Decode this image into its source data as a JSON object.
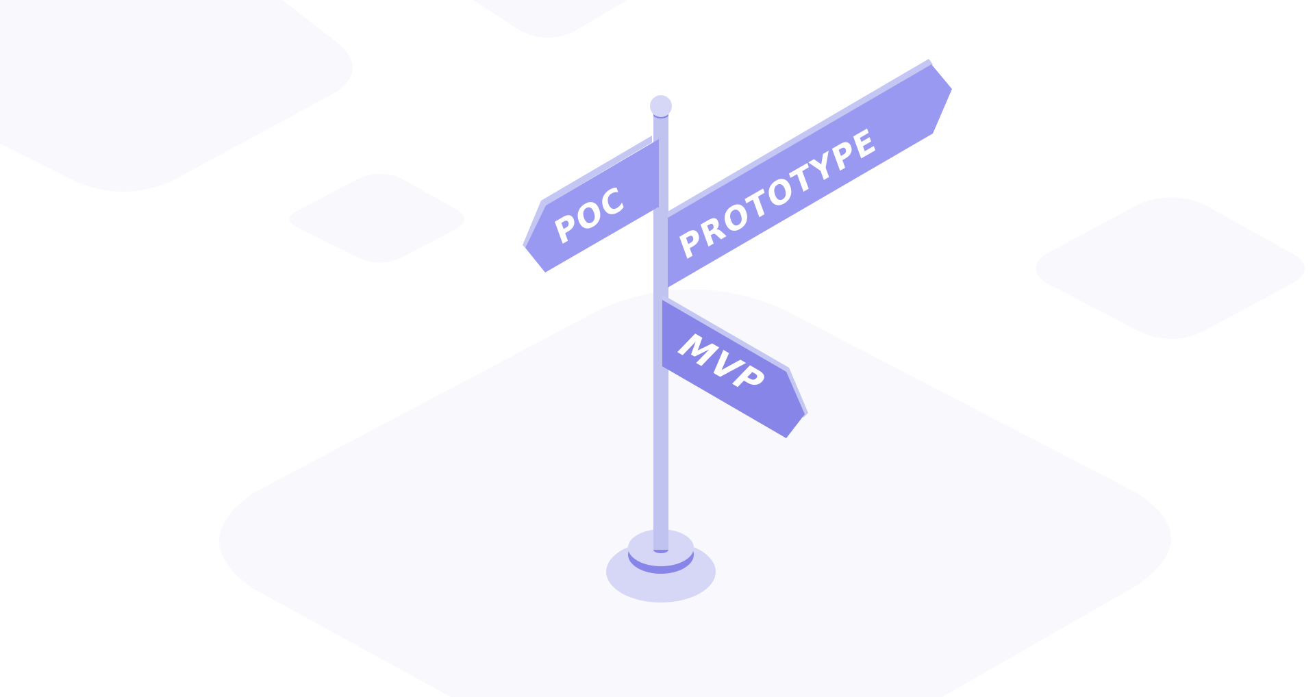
{
  "signpost": {
    "signs": [
      {
        "label": "POC"
      },
      {
        "label": "PROTOTYPE"
      },
      {
        "label": "MVP"
      }
    ]
  },
  "colors": {
    "background": "#ffffff",
    "floor_tiles": "#f9f9fd",
    "pole": "#c0c2f0",
    "pole_cap": "#d6d7f7",
    "sign_top": "#9a99f1",
    "sign_bottom": "#8785e8",
    "sign_edge": "#c4c6f3",
    "base": "#d6d7f7",
    "base_ring": "#8785e8",
    "text": "#ffffff"
  }
}
